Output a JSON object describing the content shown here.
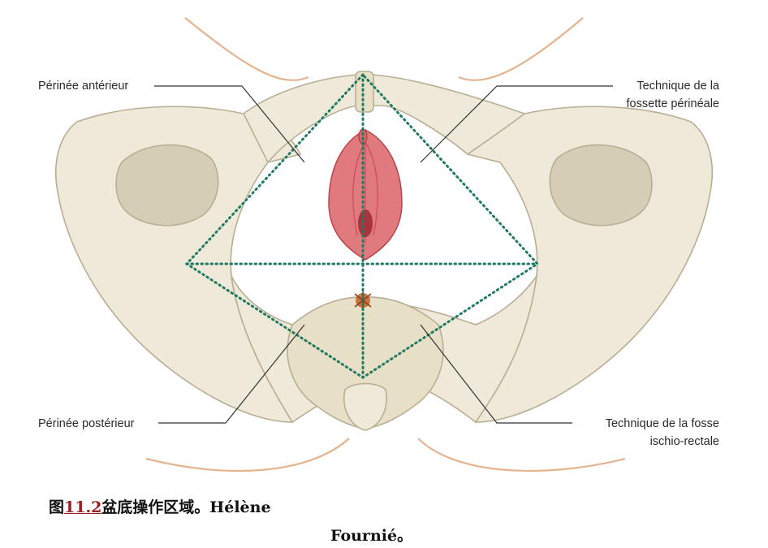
{
  "labels": {
    "perinee_anterieur": "Périnée antérieur",
    "technique_fossette_line1": "Technique de la",
    "technique_fossette_line2": "fossette périnéale",
    "perinee_posterieur": "Périnée postérieur",
    "technique_fosse_line1": "Technique de la fosse",
    "technique_fosse_line2": "ischio-rectale"
  },
  "caption": {
    "prefix": "图",
    "number": "11.2",
    "text_line1": "盆底操作区域。Hélène",
    "text_line2": "Fournié。"
  },
  "colors": {
    "bone": "#efe9d9",
    "bone_shadow": "#d6cdb6",
    "bone_outline": "#b9ae93",
    "skin_line": "#e3b48f",
    "dotted_line": "#1f7a62",
    "vulva": "#e07a7e",
    "vulva_dark": "#a8343d",
    "anus": "#c4622a",
    "leader_line": "#333333"
  },
  "icons": [
    "pelvis-illustration",
    "vulva-illustration",
    "anus-illustration"
  ]
}
